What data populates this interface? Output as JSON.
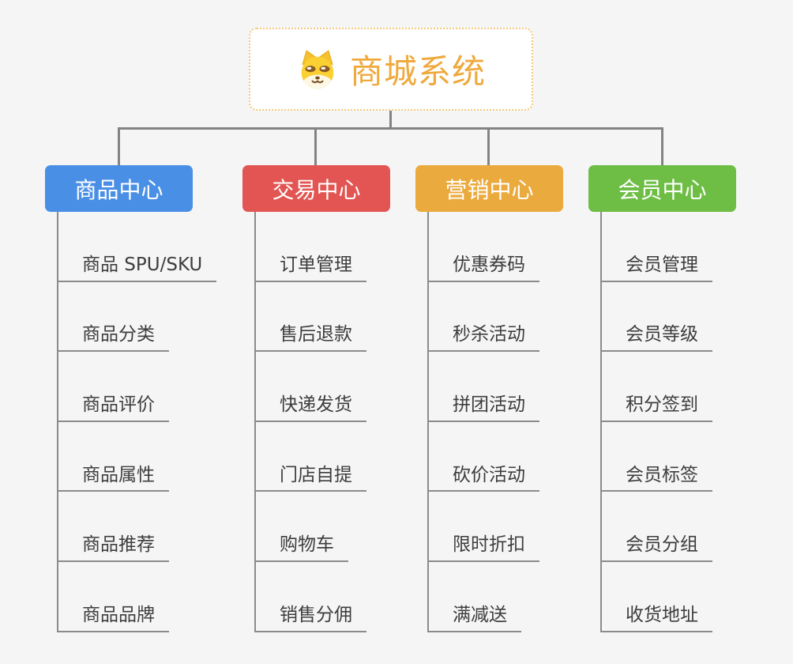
{
  "root": {
    "title": "商城系统",
    "icon": "doge-icon",
    "title_color": "#efa93c",
    "border_color": "#f3c878"
  },
  "connector_color": "#838383",
  "branches": [
    {
      "label": "商品中心",
      "color": "#4a8fe6",
      "children": [
        "商品 SPU/SKU",
        "商品分类",
        "商品评价",
        "商品属性",
        "商品推荐",
        "商品品牌"
      ]
    },
    {
      "label": "交易中心",
      "color": "#e25552",
      "children": [
        "订单管理",
        "售后退款",
        "快递发货",
        "门店自提",
        "购物车",
        "销售分佣"
      ]
    },
    {
      "label": "营销中心",
      "color": "#ebaa3d",
      "children": [
        "优惠券码",
        "秒杀活动",
        "拼团活动",
        "砍价活动",
        "限时折扣",
        "满减送"
      ]
    },
    {
      "label": "会员中心",
      "color": "#6ebe45",
      "children": [
        "会员管理",
        "会员等级",
        "积分签到",
        "会员标签",
        "会员分组",
        "收货地址"
      ]
    }
  ]
}
